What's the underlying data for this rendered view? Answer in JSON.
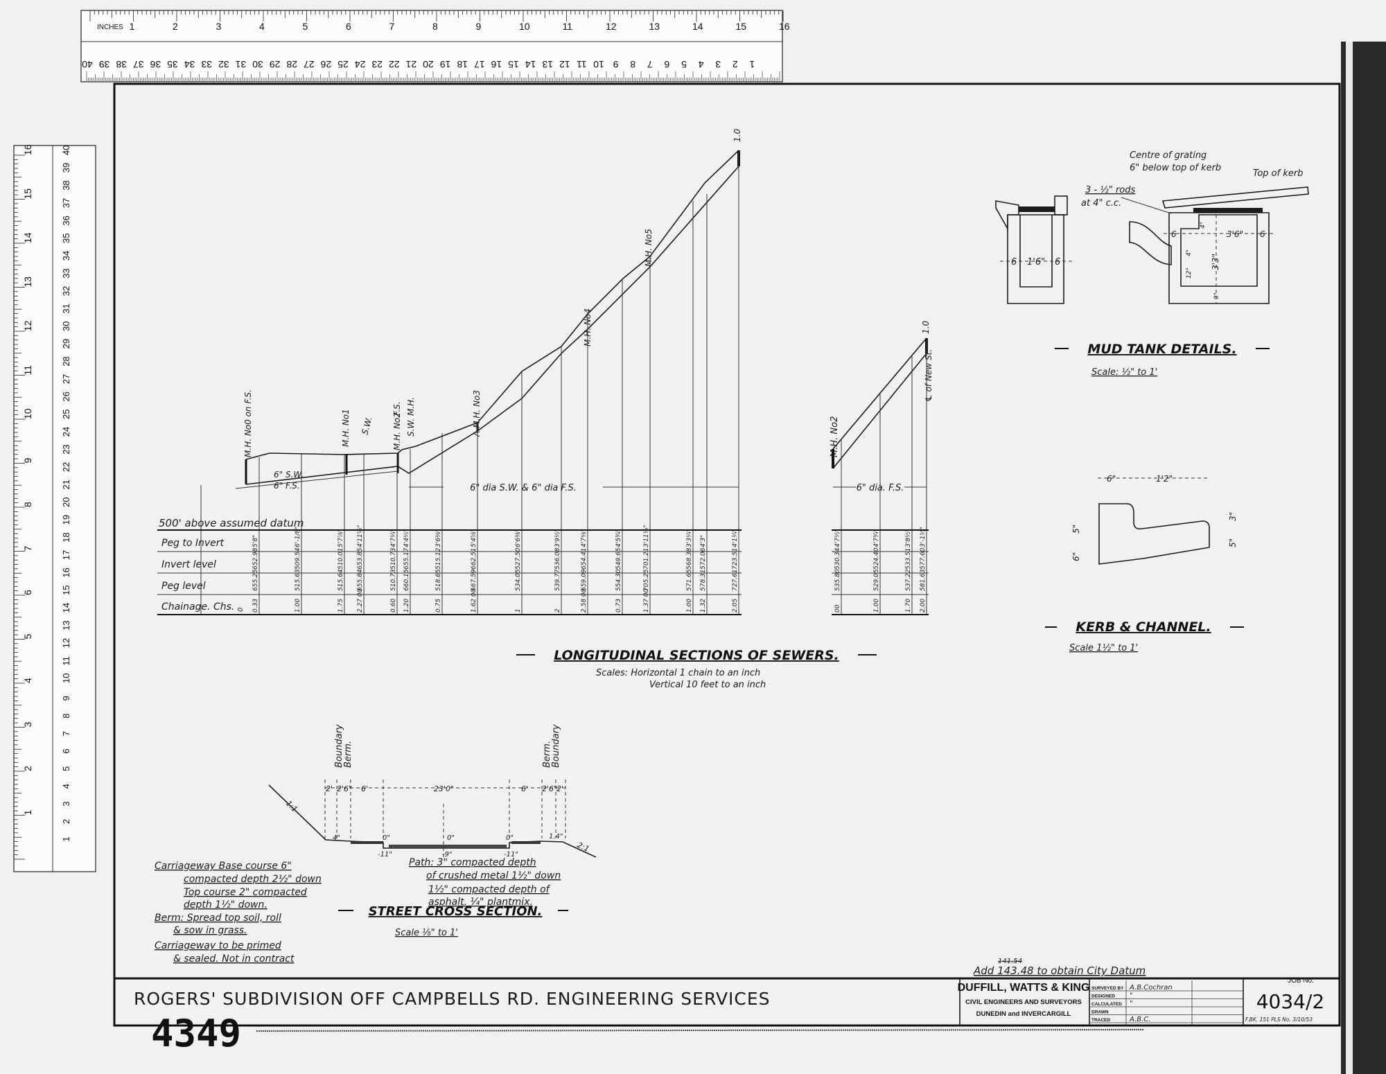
{
  "rulers": {
    "inch_label": "INCHES",
    "inches": [
      "1",
      "2",
      "3",
      "4",
      "5",
      "6",
      "7",
      "8",
      "9",
      "10",
      "11",
      "12",
      "13",
      "14",
      "15",
      "16"
    ],
    "cm": [
      "1",
      "2",
      "3",
      "4",
      "5",
      "6",
      "7",
      "8",
      "9",
      "10",
      "11",
      "12",
      "13",
      "14",
      "15",
      "16",
      "17",
      "18",
      "19",
      "20",
      "21",
      "22",
      "23",
      "24",
      "25",
      "26",
      "27",
      "28",
      "29",
      "30",
      "31",
      "32",
      "33",
      "34",
      "35",
      "36",
      "37",
      "38",
      "39",
      "40"
    ]
  },
  "sewers": {
    "title": "LONGITUDINAL SECTIONS OF SEWERS.",
    "scale_h": "Scales: Horizontal   1 chain to an inch",
    "scale_v": "Vertical   10 feet to an inch",
    "datum": "500' above assumed datum",
    "row_labels": [
      "Peg to Invert",
      "Invert level",
      "Peg level",
      "Chainage. Chs."
    ],
    "chainage_start": "0",
    "pipe_label": "6\" dia S.W. & 6\" dia F.S.",
    "sw_label": "6\" S.W.",
    "fs_label": "6\" F.S.",
    "sw_pointer": "S.W.",
    "manholes": [
      "M.H. No0 on F.S.",
      "M.H. No1",
      "M.H. No2",
      "F.S.",
      "S.W. M.H.",
      "A.M.H. No3",
      "M.H. No4",
      "M.H. No5"
    ],
    "end_grade": "1.0",
    "columns": [
      {
        "chainage": "0.33",
        "peg": "655.25",
        "invert": "652.98",
        "pti": "5'8\""
      },
      {
        "chainage": "1.00",
        "peg": "515.63",
        "invert": "509.54",
        "pti": "6'-1/8\""
      },
      {
        "chainage": "1.75",
        "peg": "515.64",
        "invert": "510.01",
        "pti": "5'7⅞\""
      },
      {
        "chainage": "2.27 00",
        "peg": "655.84",
        "invert": "653.85",
        "pti": "4'11⅝\""
      },
      {
        "chainage": "0.60",
        "peg": "510.73",
        "invert": "510.73",
        "pti": "4'7¼\""
      },
      {
        "chainage": "1.20",
        "peg": "660.15",
        "invert": "655.17",
        "pti": "4'4½\""
      },
      {
        "chainage": "0.75",
        "peg": "518.65",
        "invert": "515.12",
        "pti": "3'6⅜\""
      },
      {
        "chainage": "1.62 00",
        "peg": "667.59",
        "invert": "662.51",
        "pti": "5'4⅝\""
      },
      {
        "chainage": "1",
        "peg": "534.05",
        "invert": "527.50",
        "pti": "6'6⅜\""
      },
      {
        "chainage": "2",
        "peg": "539.77",
        "invert": "536.08",
        "pti": "3'9½\""
      },
      {
        "chainage": "2.58 00",
        "peg": "659.09",
        "invert": "654.41",
        "pti": "4'7⅜\""
      },
      {
        "chainage": "0.73",
        "peg": "554.30",
        "invert": "549.65",
        "pti": "4'5¾\""
      },
      {
        "chainage": "1.37 00",
        "peg": "705.25",
        "invert": "701.21",
        "pti": "3'11⅛\""
      },
      {
        "chainage": "1.00",
        "peg": "571.65",
        "invert": "568.38",
        "pti": "3'3¼\""
      },
      {
        "chainage": "1.32",
        "peg": "578.31",
        "invert": "572.06",
        "pti": "4'3\""
      },
      {
        "chainage": "2.05",
        "peg": "727.61",
        "invert": "723.51",
        "pti": "4'1¼\""
      }
    ],
    "branch": {
      "manhole": "M.H. No2",
      "end_grade": "1.0",
      "end_label": "℄ of New St.",
      "pipe_label": "6\" dia. F.S.",
      "columns": [
        {
          "chainage": "00",
          "peg": "535.80",
          "invert": "530.34",
          "pti": "4'7½\""
        },
        {
          "chainage": "1.00",
          "peg": "529.05",
          "invert": "524.40",
          "pti": "4'7¾\""
        },
        {
          "chainage": "1.70",
          "peg": "537.22",
          "invert": "533.51",
          "pti": "3'8½\""
        },
        {
          "chainage": "2.00",
          "peg": "581.63",
          "invert": "577.60",
          "pti": "3'-1½\""
        }
      ]
    }
  },
  "mud_tank": {
    "title": "MUD TANK DETAILS.",
    "scale": "Scale:  ½\" to 1'",
    "notes": [
      "Centre of grating",
      "6\" below top of kerb",
      "Top of kerb",
      "3 - ½\" rods",
      "at 4\" c.c."
    ],
    "dims_left": [
      "6",
      "1'6\"",
      "6"
    ],
    "dims_right": [
      "6",
      "3'6\"",
      "6",
      "3'3\"",
      "4\"",
      "12\"",
      "4\"",
      "9\""
    ]
  },
  "kerb": {
    "title": "KERB & CHANNEL.",
    "scale": "Scale   1½\" to 1'",
    "dims": [
      "6\"",
      "1'2\"",
      "6\"",
      "5\"",
      "5\"",
      "3\""
    ]
  },
  "street": {
    "title": "STREET CROSS SECTION.",
    "scale": "Scale  ⅛\" to 1'",
    "labels": [
      "Boundary",
      "Berm.",
      "Berm.",
      "Boundary"
    ],
    "dims": [
      "2'",
      "2'6\"",
      "6'",
      "23'0\"",
      "6'",
      "2'6\"",
      "2'"
    ],
    "levels": [
      "4\"",
      "0\"",
      "0\"",
      "0\"",
      "1.4\"",
      "-11\"",
      "-9\"",
      "-11\""
    ],
    "slopes": [
      "1:1",
      "2:1"
    ],
    "notes_left": [
      "Carriageway  Base course 6\"",
      "compacted depth 2½\" down",
      "Top course  2\" compacted",
      "depth 1½\" down.",
      "Berm:   Spread top soil, roll",
      "& sow in grass.",
      "Carriageway to be primed",
      "& sealed.  Not in contract"
    ],
    "notes_right": [
      "Path: 3\" compacted depth",
      "of crushed metal 1½\" down",
      "1½\" compacted depth of",
      "asphalt.  ¼\" plantmix."
    ]
  },
  "title_block": {
    "datum_note_struck": "141.54",
    "datum_note": "Add 143.48 to obtain City Datum",
    "drawing_title": "ROGERS' SUBDIVISION OFF CAMPBELLS RD. ENGINEERING SERVICES",
    "firm": [
      "DUFFILL, WATTS & KING",
      "CIVIL ENGINEERS AND SURVEYORS",
      "DUNEDIN and INVERCARGILL"
    ],
    "sign_rows": [
      "SURVEYED BY",
      "DESIGNED",
      "CALCULATED",
      "DRAWN",
      "TRACED"
    ],
    "sign_values": [
      "A.B.Cochran",
      "\"",
      "\"",
      "",
      "A.B.C."
    ],
    "job_label": "JOB No.",
    "job_no": "4034/2",
    "job_refs": "F.BK. 151   PLS No. 3/10/53",
    "archive_no": "4349"
  }
}
